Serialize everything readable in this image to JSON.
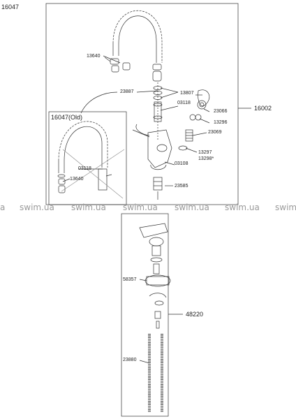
{
  "labels": {
    "main_code": "16047",
    "assembly_code": "16002",
    "old_code": "16047(Old)",
    "cartridge_code": "48220",
    "p13640_a": "13640",
    "p13640_b": "13640",
    "p23887": "23887",
    "p13807": "13807",
    "p03118_a": "03118",
    "p03118_b": "03118",
    "p23066": "23066",
    "p13296": "13296",
    "p23069": "23069",
    "p13297": "13297",
    "p13298": "13298*",
    "p03108": "03108",
    "p23585": "23585",
    "p58357": "58357",
    "p23880": "23880"
  },
  "watermark": {
    "text_a": "a",
    "text": "swim.ua",
    "text_cut": "swim"
  },
  "colors": {
    "line": "#333333",
    "watermark": "#9a9a9a"
  }
}
